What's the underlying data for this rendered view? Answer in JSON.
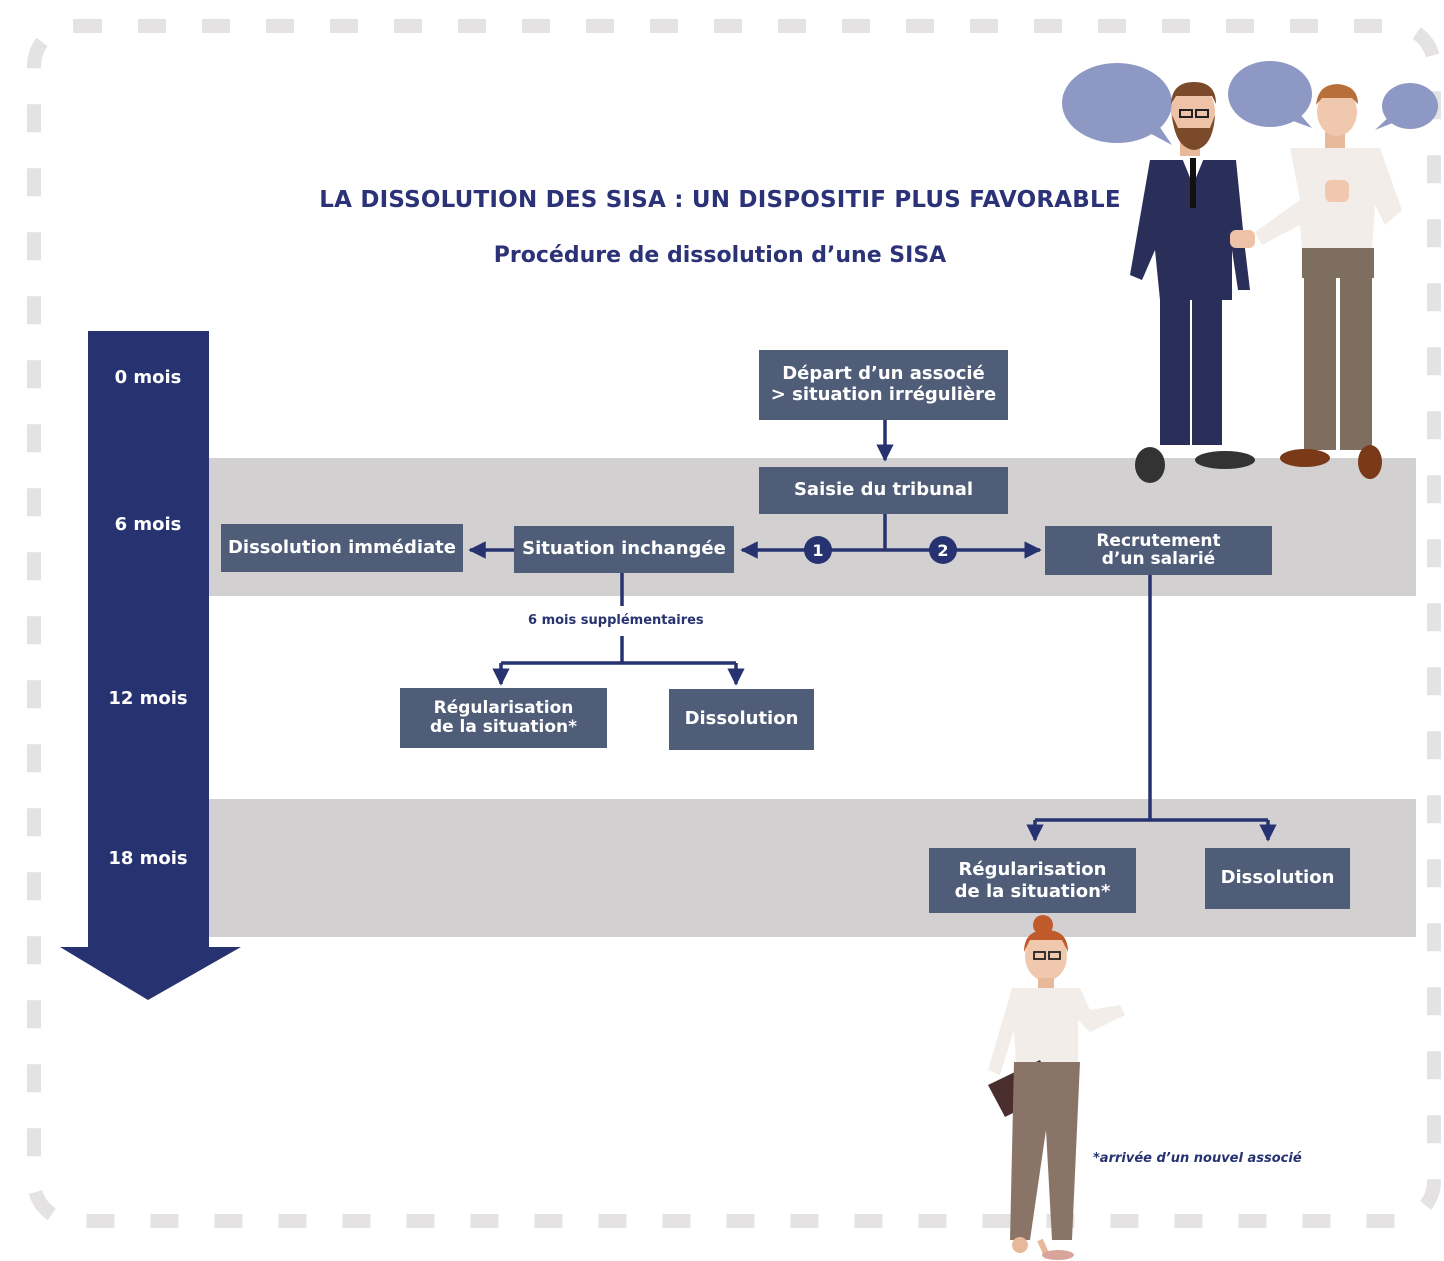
{
  "header": {
    "title": "LA DISSOLUTION DES SISA : UN DISPOSITIF PLUS FAVORABLE",
    "subtitle": "Procédure de dissolution d’une SISA"
  },
  "timeline": {
    "steps": [
      "0 mois",
      "6 mois",
      "12 mois",
      "18 mois"
    ]
  },
  "flow": {
    "start_line1": "Départ d’un associé",
    "start_line2": "> situation irrégulière",
    "court": "Saisie du tribunal",
    "option1_badge": "1",
    "option2_badge": "2",
    "unchanged": "Situation inchangée",
    "immediate_dissolution": "Dissolution immédiate",
    "hire_line1": "Recrutement",
    "hire_line2": "d’un salarié",
    "extra_months": "6 mois supplémentaires",
    "reg_a_line1": "Régularisation",
    "reg_a_line2": "de la situation*",
    "dissolution_a": "Dissolution",
    "reg_b_line1": "Régularisation",
    "reg_b_line2": "de la situation*",
    "dissolution_b": "Dissolution"
  },
  "footnote": "*arrivée d’un nouvel associé",
  "colors": {
    "navy": "#263370",
    "box": "#505d78",
    "band": "#d2d0d0",
    "dashed_border": "#e4e2e3",
    "speech_bubble": "#8d99c4"
  },
  "illustrations": [
    "two-men-handshake-illustration",
    "businesswoman-illustration"
  ]
}
